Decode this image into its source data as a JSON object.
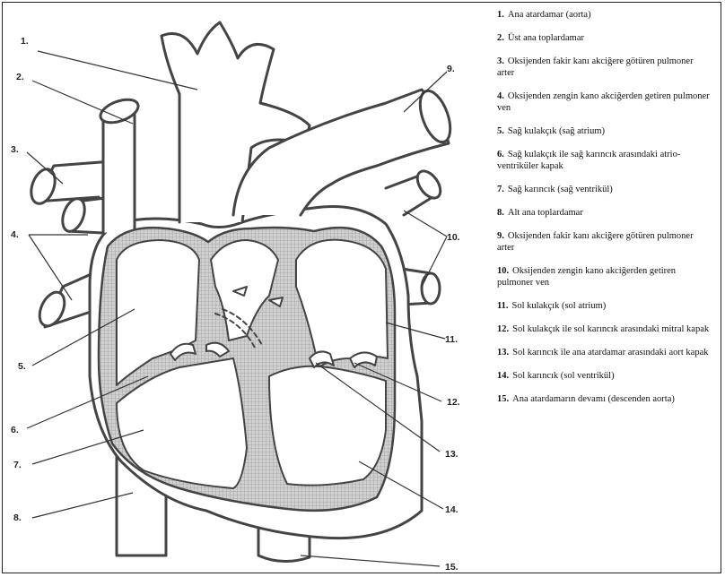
{
  "diagram": {
    "markers": [
      "1.",
      "2.",
      "3.",
      "4.",
      "5.",
      "6.",
      "7.",
      "8.",
      "9.",
      "10.",
      "11.",
      "12.",
      "13.",
      "14.",
      "15."
    ]
  },
  "legend": [
    {
      "num": "1.",
      "text": "Ana atardamar (aorta)"
    },
    {
      "num": "2.",
      "text": "Üst  ana toplardamar"
    },
    {
      "num": "3.",
      "text": "Oksijenden fakir kanı akciğere götüren pulmoner arter"
    },
    {
      "num": "4.",
      "text": "Oksijenden zengin kano akciğerden getiren pulmoner ven"
    },
    {
      "num": "5.",
      "text": "Sağ kulakçık (sağ atrium)"
    },
    {
      "num": "6.",
      "text": "Sağ kulakçık ile sağ karıncık arasındaki atrio-ventriküler kapak"
    },
    {
      "num": "7.",
      "text": "Sağ karıncık (sağ ventrikül)"
    },
    {
      "num": "8.",
      "text": "Alt ana toplardamar"
    },
    {
      "num": "9.",
      "text": "Oksijenden fakir kanı akciğere götüren pulmoner arter"
    },
    {
      "num": "10.",
      "text": "Oksijenden zengin kano akciğerden getiren pulmoner ven"
    },
    {
      "num": "11.",
      "text": "Sol kulakçık (sol atrium)"
    },
    {
      "num": "12.",
      "text": "Sol kulakçık ile sol karıncık arasındaki mitral kapak"
    },
    {
      "num": "13.",
      "text": "Sol karıncık ile ana atardamar arasındaki aort kapak"
    },
    {
      "num": "14.",
      "text": "Sol karıncık (sol ventrikül)"
    },
    {
      "num": "15.",
      "text": "Ana atardamarın devamı (descenden aorta)"
    }
  ]
}
